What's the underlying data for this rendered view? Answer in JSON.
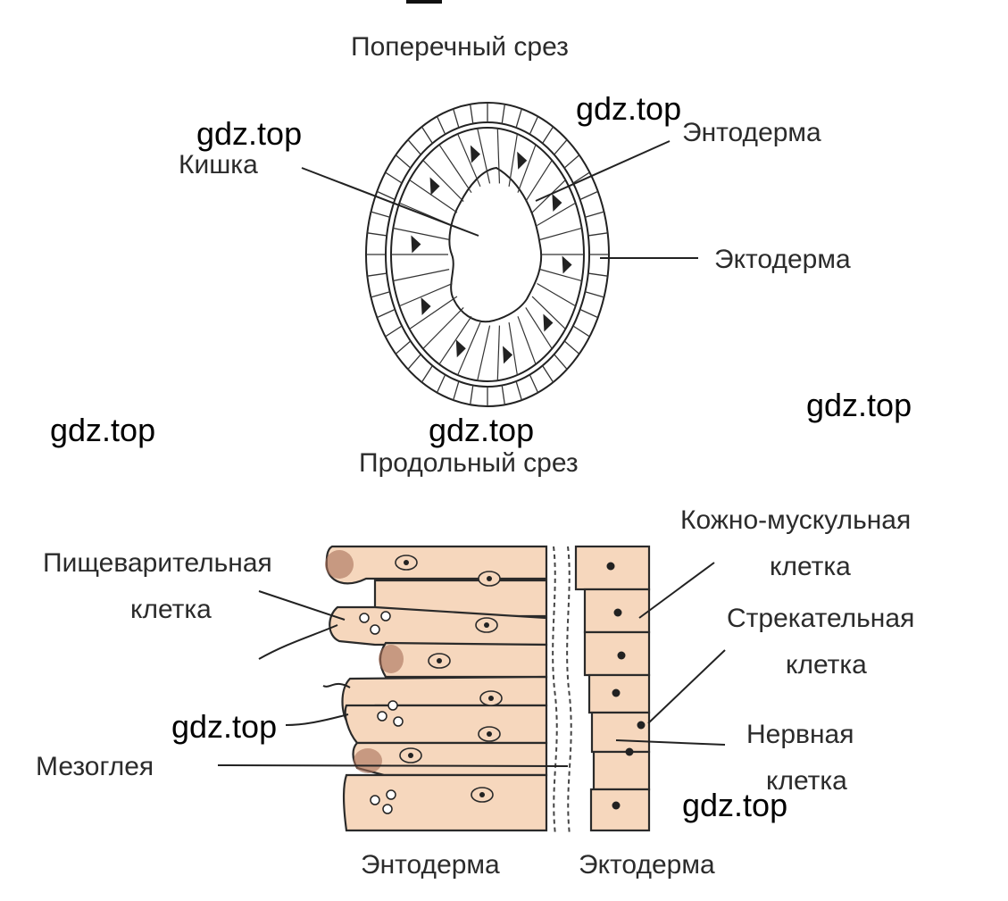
{
  "sections": {
    "cross_title": "Поперечный срез",
    "long_title": "Продольный срез"
  },
  "cross_labels": {
    "gut": "Кишка",
    "endoderm": "Энтодерма",
    "ectoderm": "Эктодерма"
  },
  "long_labels": {
    "digestive_1": "Пищеварительная",
    "digestive_2": "клетка",
    "mesoglea": "Мезоглея",
    "skin_muscle_1": "Кожно-мускульная",
    "skin_muscle_2": "клетка",
    "stinging_1": "Стрекательная",
    "stinging_2": "клетка",
    "nerve_1": "Нервная",
    "nerve_2": "клетка",
    "endoderm": "Энтодерма",
    "ectoderm": "Эктодерма"
  },
  "watermark": "gdz.top",
  "colors": {
    "cell_fill": "#f6d7bd",
    "ink": "#222222"
  }
}
